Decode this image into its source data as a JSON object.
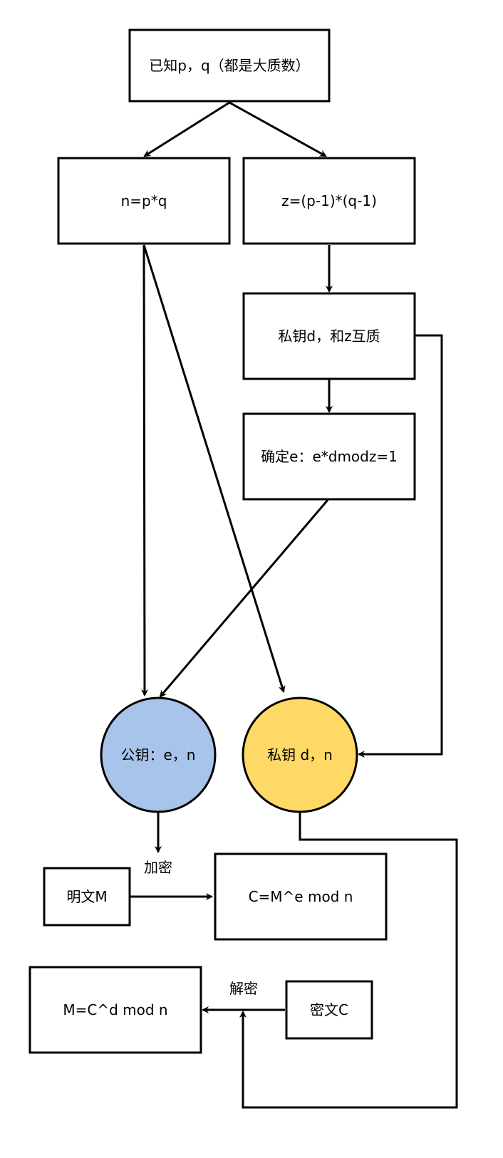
{
  "diagram": {
    "nodes": {
      "known_pq": "已知p，q（都是大质数）",
      "n_eq": "n=p*q",
      "z_eq": "z=(p-1)*(q-1)",
      "private_d": "私钥d，和z互质",
      "determine_e": "确定e：e*dmodz=1",
      "public_key": "公钥：e，n",
      "private_key": "私钥 d，n",
      "plaintext": "明文M",
      "encrypt_formula": "C=M^e mod n",
      "ciphertext": "密文C",
      "decrypt_formula": "M=C^d mod n"
    },
    "edge_labels": {
      "encrypt": "加密",
      "decrypt": "解密"
    },
    "colors": {
      "public_key_fill": "#a9c4eb",
      "private_key_fill": "#ffd966",
      "stroke": "#000000"
    }
  }
}
